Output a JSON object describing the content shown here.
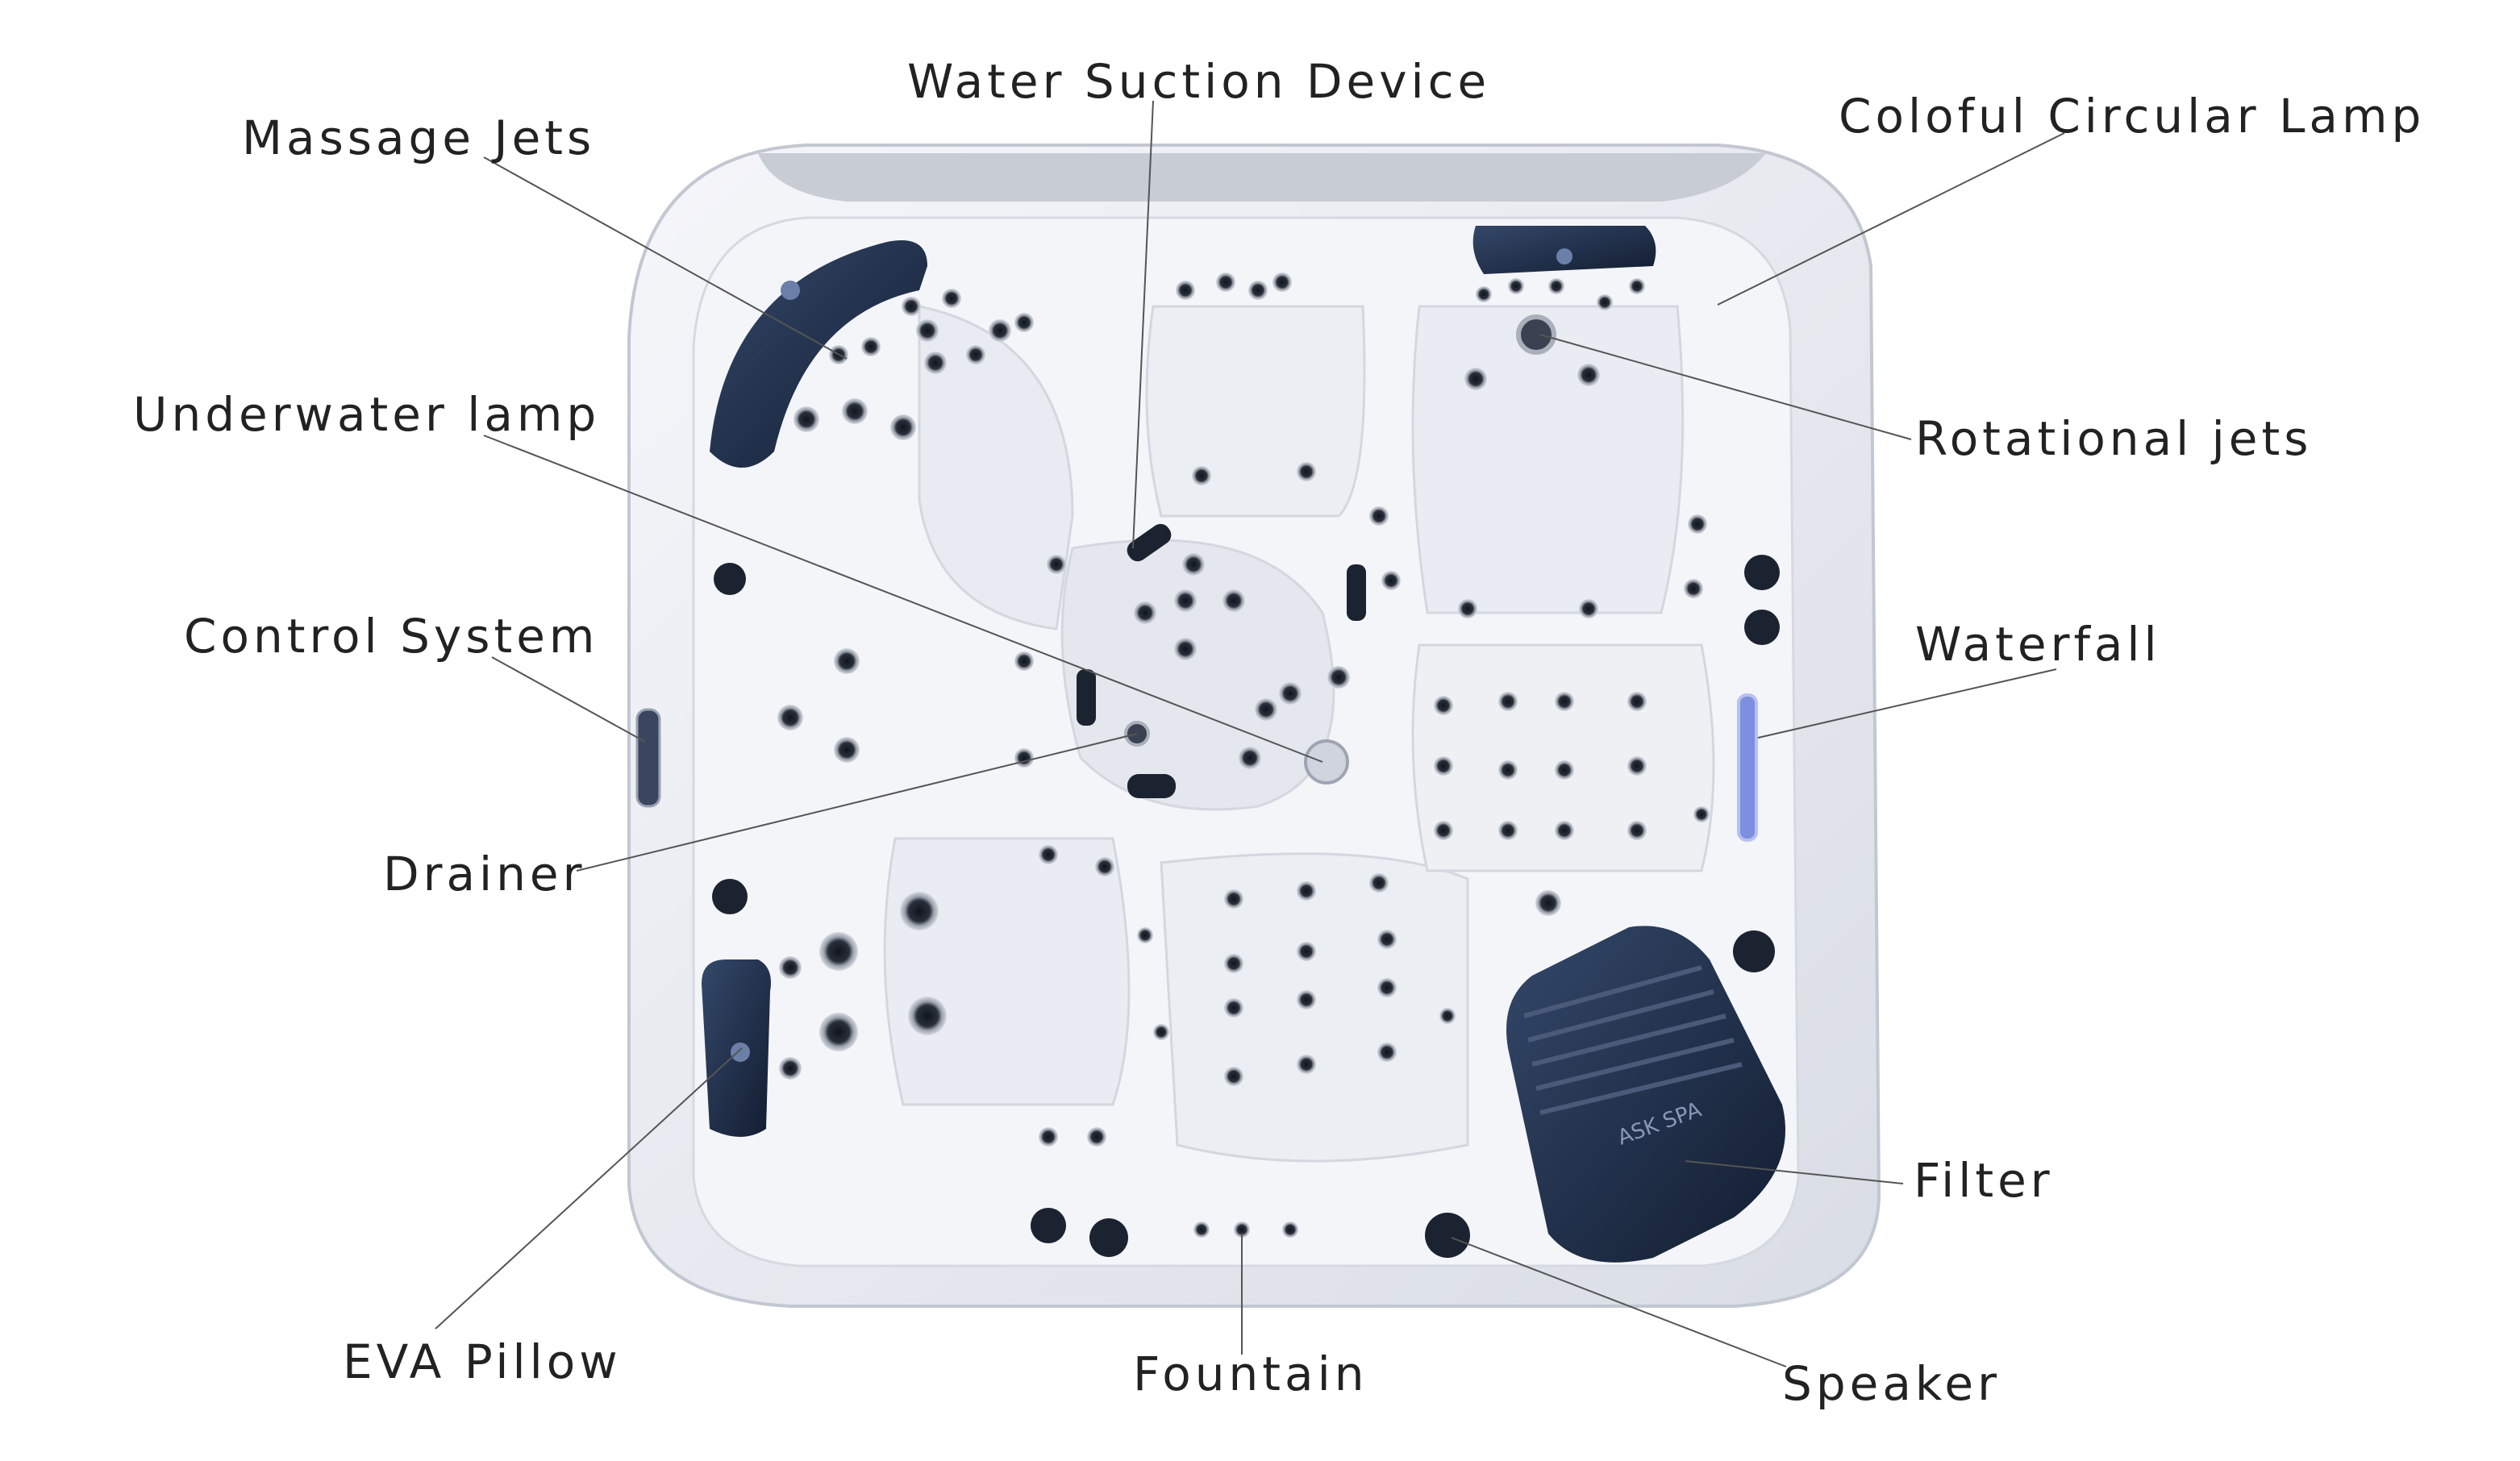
{
  "labels": {
    "water_suction_device": "Water Suction Device",
    "massage_jets": "Massage Jets",
    "colorful_circular_lamp": "Coloful Circular Lamp",
    "underwater_lamp": "Underwater lamp",
    "rotational_jets": "Rotational jets",
    "control_system": "Control System",
    "waterfall": "Waterfall",
    "drainer": "Drainer",
    "filter": "Filter",
    "eva_pillow": "EVA Pillow",
    "fountain": "Fountain",
    "speaker": "Speaker"
  },
  "colors": {
    "shell": "#eef0f5",
    "shell_edge": "#c9ced8",
    "inner": "#f7f8fb",
    "jet_ring": "#8a8f99",
    "jet_core": "#1f2530",
    "pillow": "#1d2d45",
    "lamp_blue": "#6b7fd6",
    "text": "#222222",
    "line": "#555555"
  },
  "filter_text": "ASK SPA"
}
